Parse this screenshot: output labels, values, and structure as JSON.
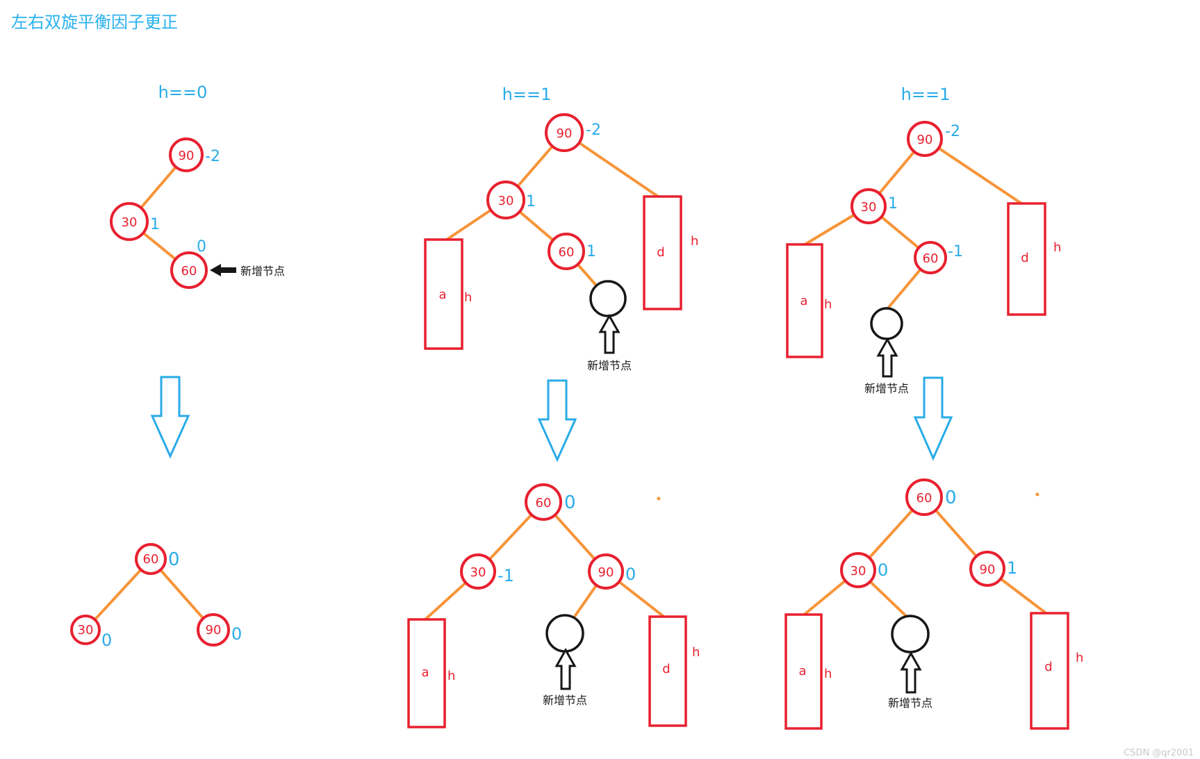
{
  "title": "左右双旋平衡因子更正",
  "watermark": "CSDN @qr2001",
  "labels": {
    "new_node": "新增节点",
    "a": "a",
    "d": "d",
    "h": "h"
  },
  "panels": {
    "left": {
      "condition": "h==0",
      "before": {
        "v90": "90",
        "bf90": "-2",
        "v30": "30",
        "bf30": "1",
        "v60": "60",
        "bf60": "0"
      },
      "after": {
        "v60": "60",
        "bf60": "0",
        "v30": "30",
        "bf30": "0",
        "v90": "90",
        "bf90": "0"
      }
    },
    "middle": {
      "condition": "h==1",
      "before": {
        "v90": "90",
        "bf90": "-2",
        "v30": "30",
        "bf30": "1",
        "v60": "60",
        "bf60": "1"
      },
      "after": {
        "v60": "60",
        "bf60": "0",
        "v30": "30",
        "bf30": "-1",
        "v90": "90",
        "bf90": "0"
      }
    },
    "right": {
      "condition": "h==1",
      "before": {
        "v90": "90",
        "bf90": "-2",
        "v30": "30",
        "bf30": "1",
        "v60": "60",
        "bf60": "-1"
      },
      "after": {
        "v60": "60",
        "bf60": "0",
        "v30": "30",
        "bf30": "0",
        "v90": "90",
        "bf90": "1"
      }
    }
  },
  "colors": {
    "red": "#e8202f",
    "orange": "#f79438",
    "blue": "#29abe8",
    "black": "#161616",
    "gray": "#c8c8c8"
  }
}
